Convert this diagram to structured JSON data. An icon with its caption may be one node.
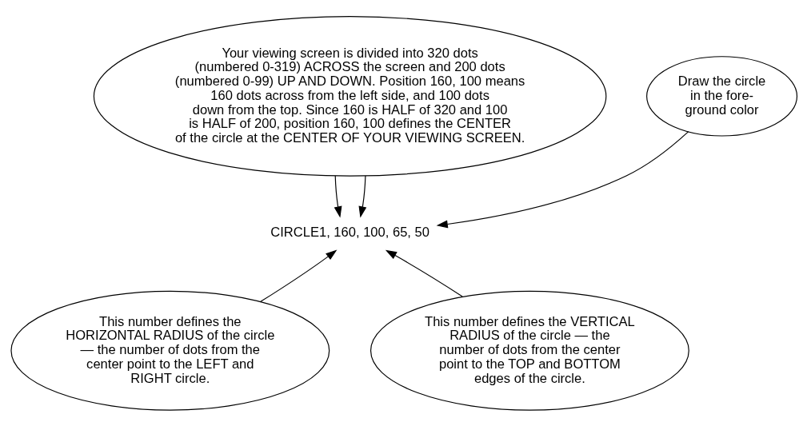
{
  "diagram": {
    "nodes": [
      {
        "text": [
          "Your viewing screen is divided into 320 dots (numbered 0-319) ACROSS the screen and 200 dots (numbered 0-99) UP AND DOWN. Position 160, 100 means 160 dots across from the left side, and 100 dots down from the top. Since 160 is HALF of 320 and 100 is HALF of 200, position 160, 100 defines the CENTER of the circle at the CENTER OF YOUR VIEWING SCREEN."
        ]
      },
      {
        "text": [
          "Draw the circle in the fore- ground color"
        ]
      },
      {
        "text": [
          "CIRCLE1, 160, 100, 65, 50"
        ]
      },
      {
        "text": [
          "This number defines the HORIZONTAL RADIUS of the circle — the number of dots from the center point to the LEFT and RIGHT circle."
        ]
      },
      {
        "text": [
          "This number defines the VERTICAL RADIUS of the circle — the number of dots from the center point to the TOP and BOTTOM edges of the circle."
        ]
      }
    ],
    "edges": [
      {
        "from": 1,
        "to": 2,
        "arrow": "to"
      },
      {
        "from": 0,
        "to": 2,
        "arrow": "to"
      },
      {
        "from": 0,
        "to": 2,
        "arrow": "to"
      },
      {
        "from": 3,
        "to": 2,
        "arrow": "to"
      },
      {
        "from": 4,
        "to": 2,
        "arrow": "to"
      }
    ]
  }
}
